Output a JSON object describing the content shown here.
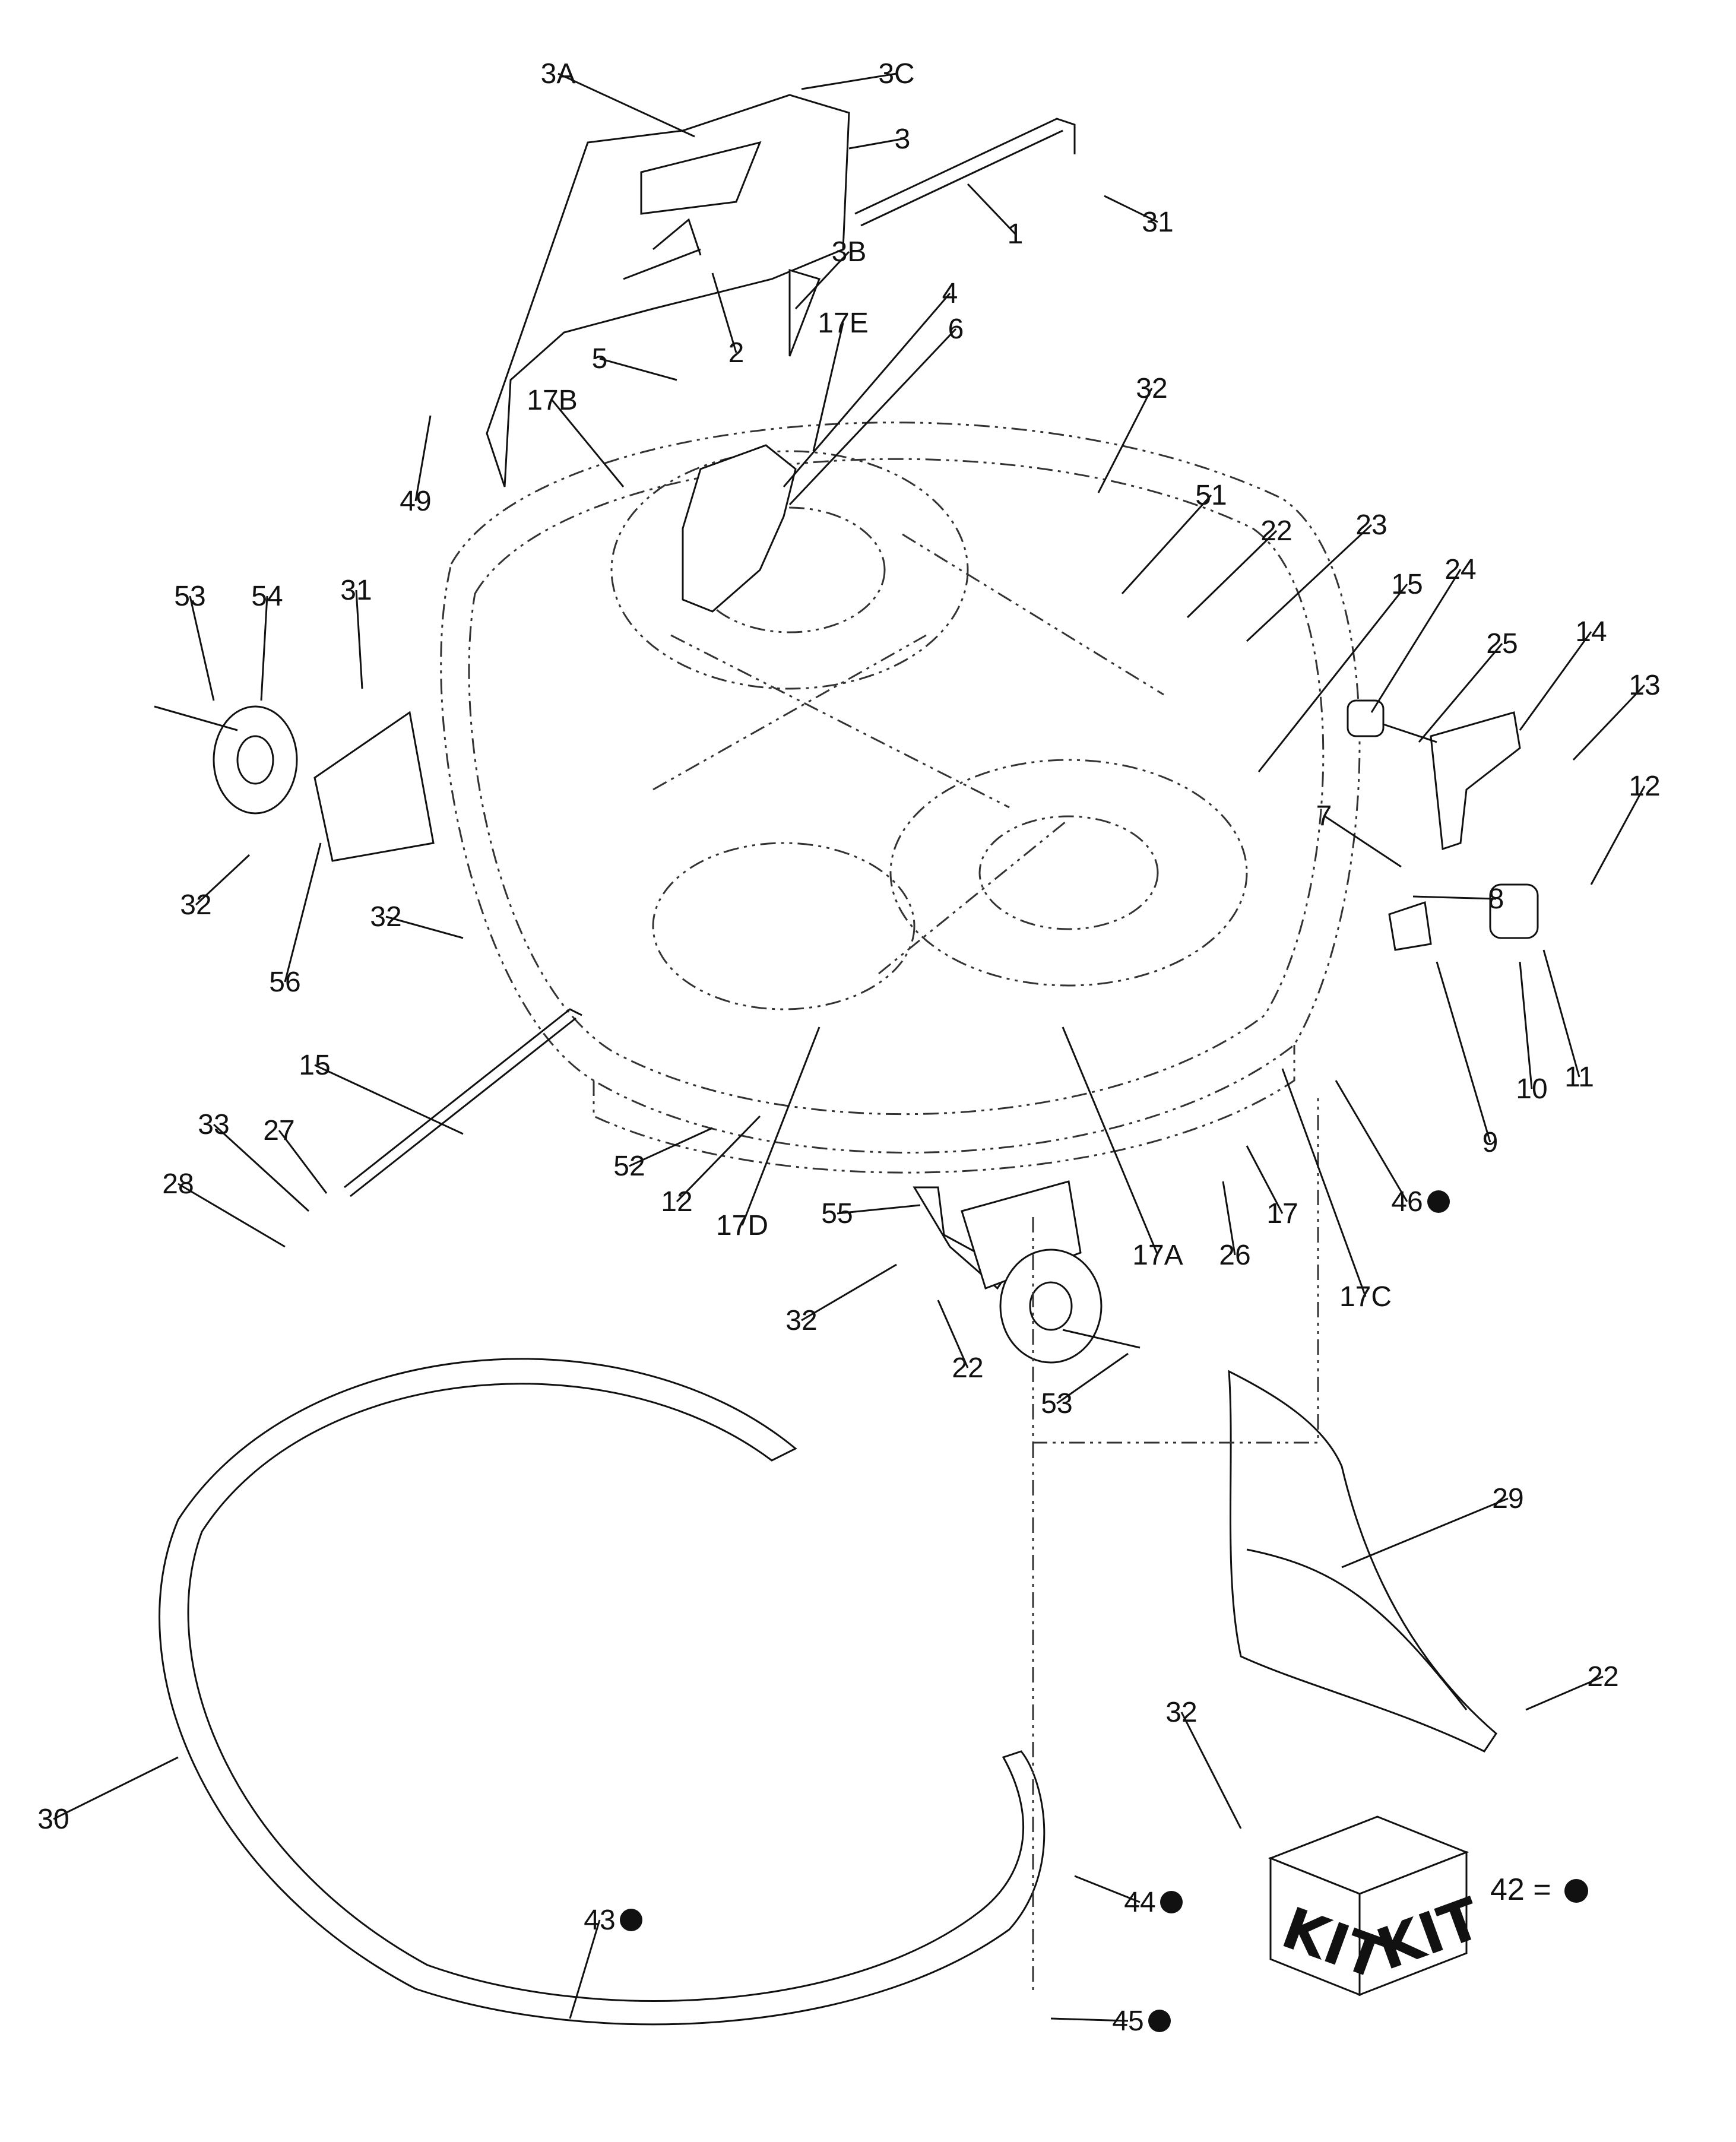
{
  "diagram": {
    "callouts": [
      {
        "id": "c-3A",
        "label": "3A"
      },
      {
        "id": "c-3C",
        "label": "3C"
      },
      {
        "id": "c-3",
        "label": "3"
      },
      {
        "id": "c-1",
        "label": "1"
      },
      {
        "id": "c-31a",
        "label": "31"
      },
      {
        "id": "c-3B",
        "label": "3B"
      },
      {
        "id": "c-2",
        "label": "2"
      },
      {
        "id": "c-17E",
        "label": "17E"
      },
      {
        "id": "c-4",
        "label": "4"
      },
      {
        "id": "c-6",
        "label": "6"
      },
      {
        "id": "c-5",
        "label": "5"
      },
      {
        "id": "c-17B",
        "label": "17B"
      },
      {
        "id": "c-49",
        "label": "49"
      },
      {
        "id": "c-32a",
        "label": "32"
      },
      {
        "id": "c-51",
        "label": "51"
      },
      {
        "id": "c-22a",
        "label": "22"
      },
      {
        "id": "c-23",
        "label": "23"
      },
      {
        "id": "c-15a",
        "label": "15"
      },
      {
        "id": "c-24",
        "label": "24"
      },
      {
        "id": "c-25",
        "label": "25"
      },
      {
        "id": "c-14",
        "label": "14"
      },
      {
        "id": "c-13",
        "label": "13"
      },
      {
        "id": "c-12a",
        "label": "12"
      },
      {
        "id": "c-7",
        "label": "7"
      },
      {
        "id": "c-8",
        "label": "8"
      },
      {
        "id": "c-9",
        "label": "9"
      },
      {
        "id": "c-10",
        "label": "10"
      },
      {
        "id": "c-11",
        "label": "11"
      },
      {
        "id": "c-53a",
        "label": "53"
      },
      {
        "id": "c-54",
        "label": "54"
      },
      {
        "id": "c-31b",
        "label": "31"
      },
      {
        "id": "c-32b",
        "label": "32"
      },
      {
        "id": "c-56",
        "label": "56"
      },
      {
        "id": "c-32c",
        "label": "32"
      },
      {
        "id": "c-15b",
        "label": "15"
      },
      {
        "id": "c-27",
        "label": "27"
      },
      {
        "id": "c-33",
        "label": "33"
      },
      {
        "id": "c-28",
        "label": "28"
      },
      {
        "id": "c-52",
        "label": "52"
      },
      {
        "id": "c-12b",
        "label": "12"
      },
      {
        "id": "c-17D",
        "label": "17D"
      },
      {
        "id": "c-55",
        "label": "55"
      },
      {
        "id": "c-32d",
        "label": "32"
      },
      {
        "id": "c-22b",
        "label": "22"
      },
      {
        "id": "c-53b",
        "label": "53"
      },
      {
        "id": "c-17A",
        "label": "17A"
      },
      {
        "id": "c-26",
        "label": "26"
      },
      {
        "id": "c-17",
        "label": "17"
      },
      {
        "id": "c-17C",
        "label": "17C"
      },
      {
        "id": "c-46",
        "label": "46"
      },
      {
        "id": "c-29",
        "label": "29"
      },
      {
        "id": "c-22c",
        "label": "22"
      },
      {
        "id": "c-32e",
        "label": "32"
      },
      {
        "id": "c-30",
        "label": "30"
      },
      {
        "id": "c-43",
        "label": "43"
      },
      {
        "id": "c-44",
        "label": "44"
      },
      {
        "id": "c-45",
        "label": "45"
      }
    ],
    "kit": {
      "box_text_left": "KIT",
      "box_text_right": "KIT",
      "legend_label": "42 =",
      "legend_symbol": "filled-dot"
    }
  }
}
